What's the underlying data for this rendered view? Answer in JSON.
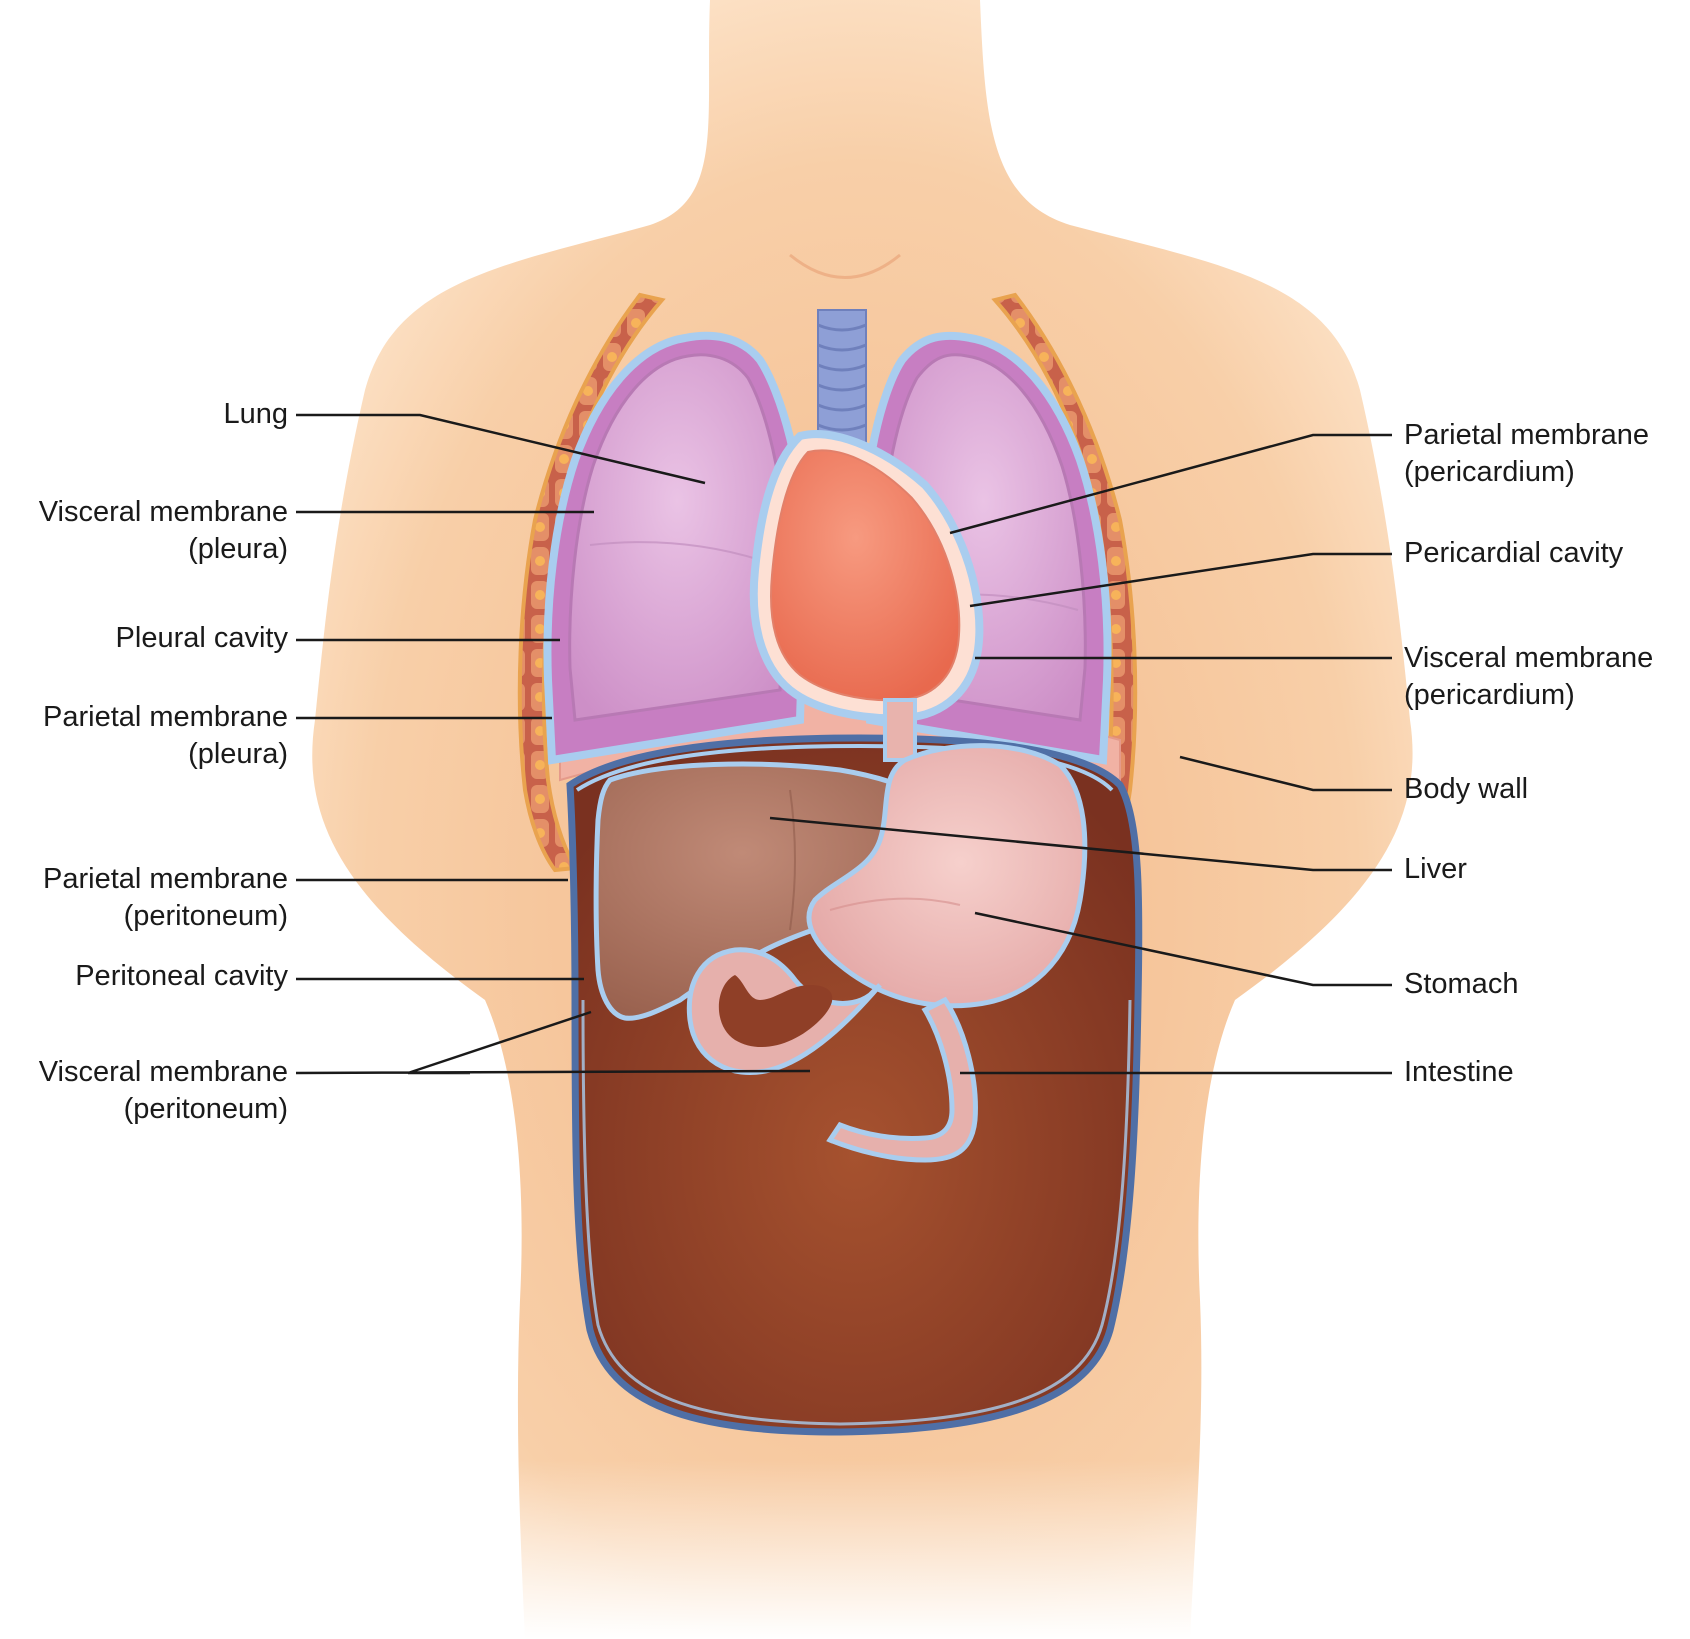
{
  "labels": {
    "left": [
      {
        "id": "lung",
        "lines": [
          "Lung"
        ]
      },
      {
        "id": "visceral-pleura",
        "lines": [
          "Visceral membrane",
          "(pleura)"
        ]
      },
      {
        "id": "pleural-cavity",
        "lines": [
          "Pleural cavity"
        ]
      },
      {
        "id": "parietal-pleura",
        "lines": [
          "Parietal membrane",
          "(pleura)"
        ]
      },
      {
        "id": "parietal-peritoneum",
        "lines": [
          "Parietal membrane",
          "(peritoneum)"
        ]
      },
      {
        "id": "peritoneal-cavity",
        "lines": [
          "Peritoneal cavity"
        ]
      },
      {
        "id": "visceral-peritoneum",
        "lines": [
          "Visceral membrane",
          "(peritoneum)"
        ]
      }
    ],
    "right": [
      {
        "id": "parietal-pericardium",
        "lines": [
          "Parietal membrane",
          "(pericardium)"
        ]
      },
      {
        "id": "pericardial-cavity",
        "lines": [
          "Pericardial cavity"
        ]
      },
      {
        "id": "visceral-pericardium",
        "lines": [
          "Visceral membrane",
          "(pericardium)"
        ]
      },
      {
        "id": "body-wall",
        "lines": [
          "Body wall"
        ]
      },
      {
        "id": "liver",
        "lines": [
          "Liver"
        ]
      },
      {
        "id": "stomach",
        "lines": [
          "Stomach"
        ]
      },
      {
        "id": "intestine",
        "lines": [
          "Intestine"
        ]
      }
    ]
  },
  "colors": {
    "skin": "#f6c89c",
    "lung": "#dca8d6",
    "heart": "#f0846a",
    "liver": "#a9725f",
    "stomach": "#eab8b6",
    "cavity": "#8f3f27",
    "membrane": "#a9cdef",
    "peritoneum_line": "#4f6fa6",
    "trachea": "#8e9fd6",
    "body_wall": "#d97e5a"
  }
}
